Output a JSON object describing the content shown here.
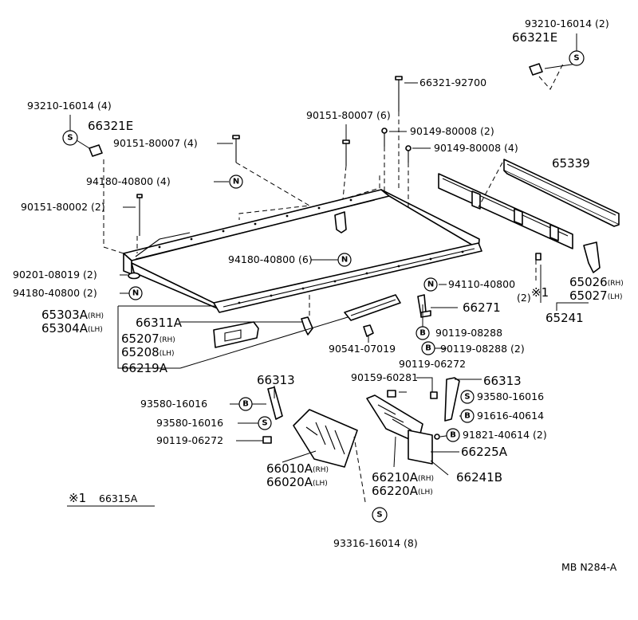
{
  "diagram_code": "MB N284-A",
  "note": {
    "mark": "※1",
    "part": "66315A"
  },
  "callouts": {
    "c01": "93210-16014 (2)",
    "c02": "66321E",
    "c03": "66321-92700",
    "c04": "93210-16014 (4)",
    "c05": "66321E",
    "c06": "90151-80007 (4)",
    "c07": "90151-80007 (6)",
    "c08": "90149-80008 (2)",
    "c09": "90149-80008 (4)",
    "c10": "65339",
    "c11": "94180-40800 (4)",
    "c12": "90151-80002 (2)",
    "c13": "94180-40800 (6)",
    "c14": "90201-08019 (2)",
    "c15": "94180-40800 (2)",
    "c16a": "65303A",
    "c16b": "65304A",
    "c17": "66311A",
    "c18a": "65207",
    "c18b": "65208",
    "c19": "66219A",
    "c20": "94110-40800",
    "c21": "(2)",
    "c22": "※1",
    "c23": "66271",
    "c24a": "65026",
    "c24b": "65027",
    "c25": "65241",
    "c26": "90119-08288",
    "c27": "90541-07019",
    "c28": "90119-08288 (2)",
    "c29": "90119-06272",
    "c30": "66313",
    "c31": "90159-60281",
    "c32": "66313",
    "c33": "93580-16016",
    "c34": "93580-16016",
    "c35": "93580-16016",
    "c36": "91616-40614",
    "c37": "90119-06272",
    "c38": "91821-40614 (2)",
    "c39": "66225A",
    "c40a": "66010A",
    "c40b": "66020A",
    "c41a": "66210A",
    "c41b": "66220A",
    "c42": "66241B",
    "c43": "93316-16014 (8)"
  },
  "side": {
    "rh": "(RH)",
    "lh": "(LH)"
  },
  "symbols": {
    "s": "S",
    "n": "N",
    "b": "B"
  }
}
